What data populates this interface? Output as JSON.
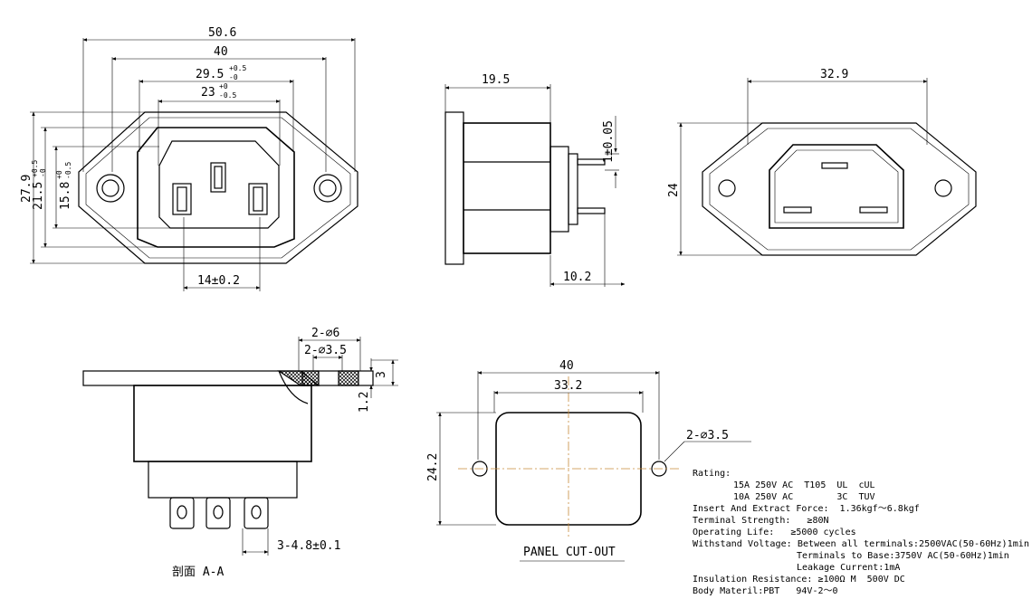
{
  "front_view": {
    "dim_overall_width": "50.6",
    "dim_hole_spacing": "40",
    "dim_body_width": "29.5",
    "dim_body_width_tol_upper": "+0.5",
    "dim_body_width_tol_lower": "-0",
    "dim_inner_width": "23",
    "dim_inner_width_tol_upper": "+0",
    "dim_inner_width_tol_lower": "-0.5",
    "dim_overall_height": "27.9",
    "dim_body_height": "21.5",
    "dim_body_height_tol_upper": "+0.5",
    "dim_body_height_tol_lower": "-0",
    "dim_inner_height": "15.8",
    "dim_inner_height_tol_upper": "+0",
    "dim_inner_height_tol_lower": "-0.5",
    "dim_pin_spacing": "14±0.2"
  },
  "side_view": {
    "dim_body_depth": "19.5",
    "dim_pin_thickness": "1±0.05",
    "dim_pin_length": "10.2"
  },
  "back_view": {
    "dim_width": "32.9",
    "dim_height": "24"
  },
  "section_view": {
    "dim_hole_large": "2-∅6",
    "dim_hole_small": "2-∅3.5",
    "dim_flange_height": "3",
    "dim_flange_thickness": "1.2",
    "dim_terminal_pitch": "3-4.8±0.1",
    "caption": "剖面 A-A"
  },
  "panel_cutout": {
    "dim_hole_spacing": "40",
    "dim_cutout_width": "33.2",
    "dim_cutout_height": "24.2",
    "dim_holes": "2-∅3.5",
    "caption": "PANEL CUT-OUT"
  },
  "specs": {
    "rating_label": "Rating:",
    "rating_1": "15A 250V AC  T105  UL  cUL",
    "rating_2": "10A 250V AC        3C  TUV",
    "insert_force": "Insert And Extract Force:  1.36kgf～6.8kgf",
    "terminal_strength": "Terminal Strength:   ≥80N",
    "operating_life": "Operating Life:   ≥5000 cycles",
    "withstand_1": "Withstand Voltage: Between all terminals:2500VAC(50-60Hz)1min",
    "withstand_2": "Terminals to Base:3750V AC(50-60Hz)1min",
    "leakage": "Leakage Current:1mA",
    "insulation": "Insulation Resistance: ≥100Ω M  500V DC",
    "body_material": "Body Materil:PBT   94V-2～0"
  }
}
